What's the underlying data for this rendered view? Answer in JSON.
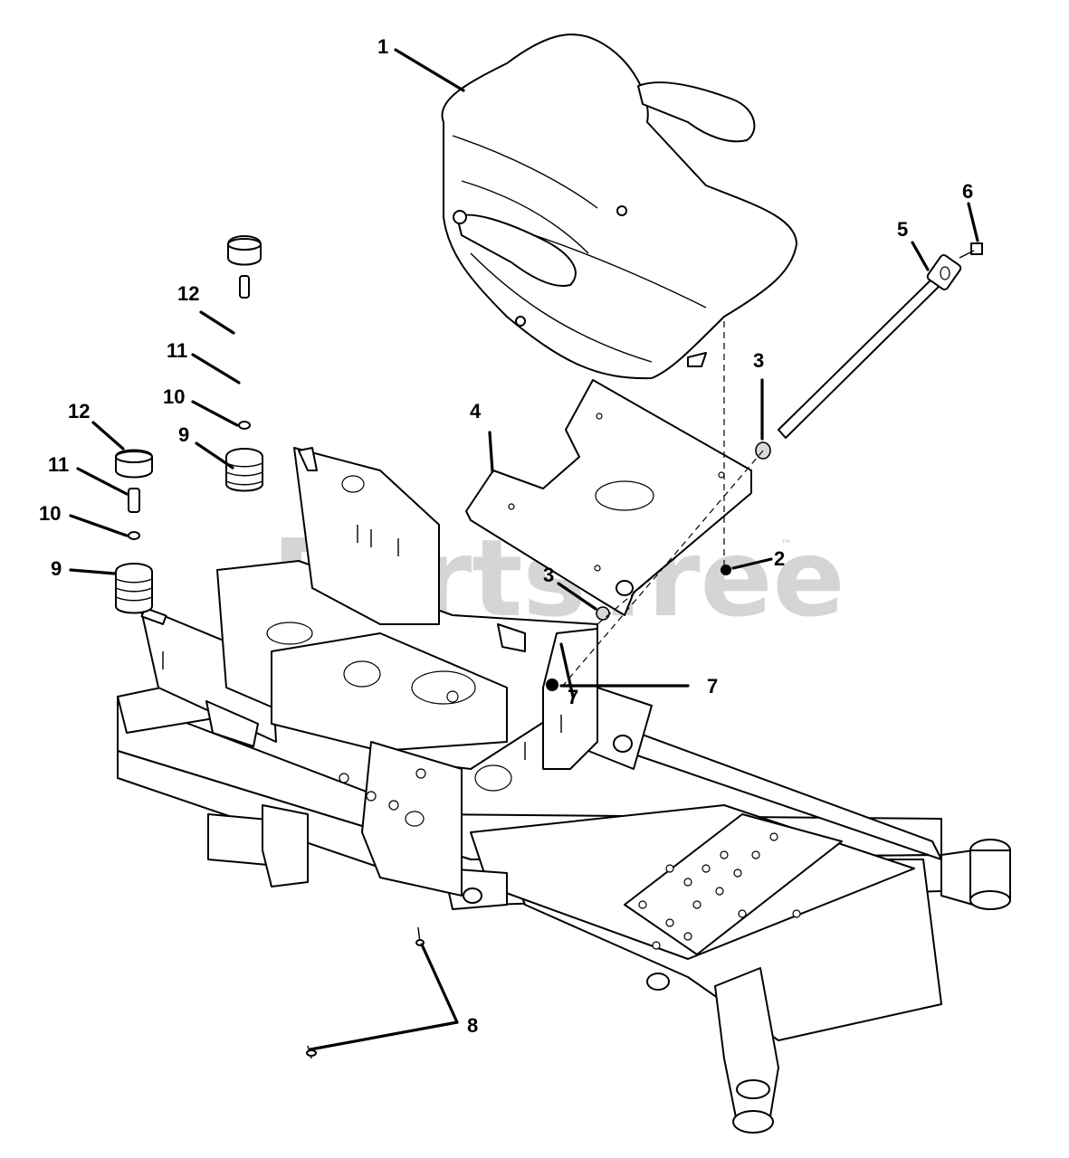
{
  "watermark": {
    "text": "PartsTree",
    "trademark": "™"
  },
  "callouts": {
    "c1": "1",
    "c2": "2",
    "c3a": "3",
    "c3b": "3",
    "c4": "4",
    "c5": "5",
    "c6": "6",
    "c7a": "7",
    "c7b": "7",
    "c8": "8",
    "c9a": "9",
    "c9b": "9",
    "c10a": "10",
    "c10b": "10",
    "c11a": "11",
    "c11b": "11",
    "c12a": "12",
    "c12b": "12"
  }
}
